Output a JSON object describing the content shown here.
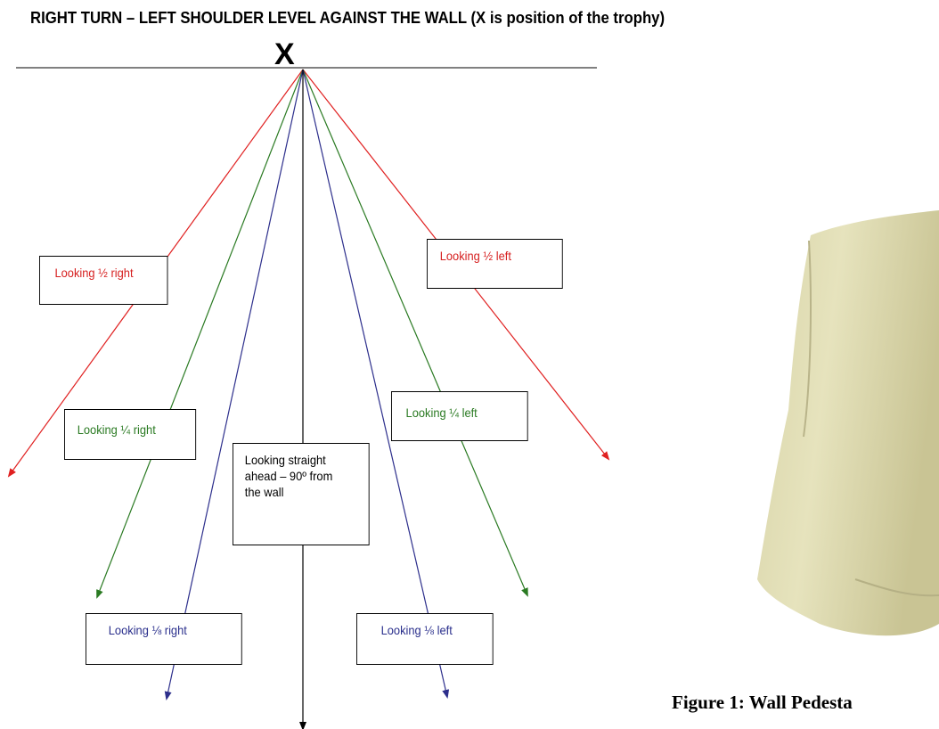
{
  "title": "RIGHT TURN – LEFT SHOULDER LEVEL AGAINST THE WALL (X is position of the trophy)",
  "trophy_marker": "X",
  "labels": {
    "half_right": "Looking ½ right",
    "half_left": "Looking ½ left",
    "quarter_right": "Looking ¼ right",
    "quarter_left": "Looking ¼ left",
    "straight": [
      "Looking straight",
      "ahead – 90º from",
      "the wall"
    ],
    "eighth_right": "Looking ⅛ right",
    "eighth_left": "Looking ⅛ left"
  },
  "colors": {
    "half": "#e02020",
    "quarter": "#2a7a22",
    "eighth": "#2d2f8c",
    "straight": "#000000"
  },
  "caption": "Figure 1: Wall Pedesta"
}
